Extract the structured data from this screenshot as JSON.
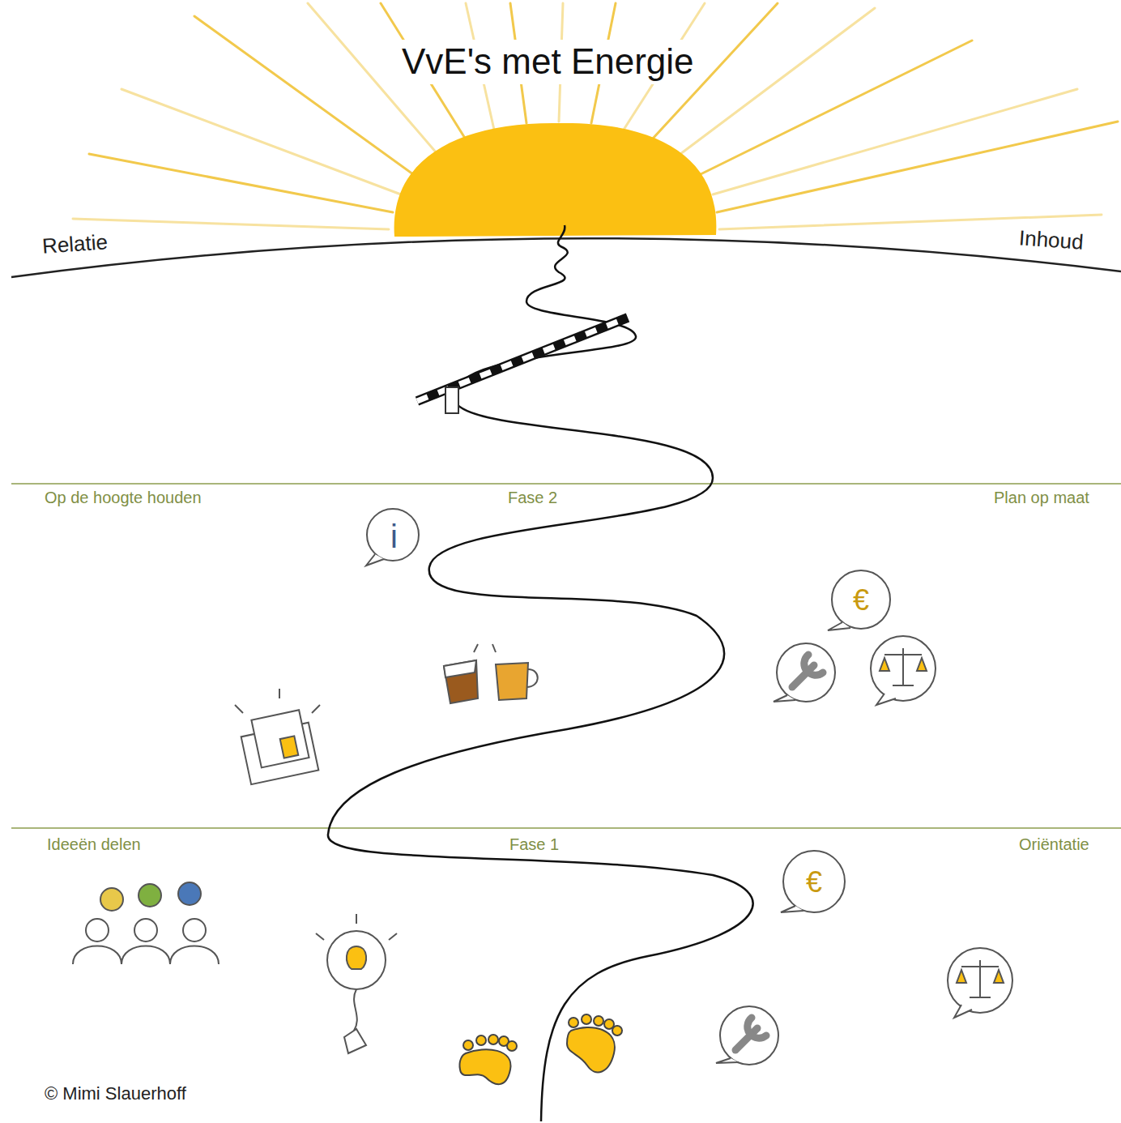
{
  "diagram": {
    "title": "VvE's met Energie",
    "labels": [
      "Relatie",
      "Inhoud",
      "Op de hoogte houden",
      "Fase 2",
      "Plan op maat",
      "i",
      "€",
      "Ideeën delen",
      "Fase 1",
      "Oriëntatie",
      "€",
      "© Mimi Slauerhoff"
    ]
  }
}
